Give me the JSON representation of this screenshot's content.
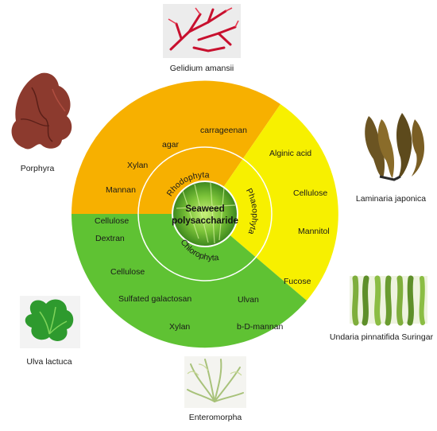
{
  "colors": {
    "rhodophyta": "#f7b000",
    "phaeophyta": "#f7f000",
    "chlorophyta": "#5fc233",
    "ring_line": "#ffffff"
  },
  "center": {
    "line1": "Seaweed",
    "line2": "polysaccharide"
  },
  "divisions": {
    "rhodophyta": "Rhodophyta",
    "phaeophyta": "Phaeophyta",
    "chlorophyta": "Chlorophyta"
  },
  "rhodophyta_items": [
    "carrageenan",
    "agar",
    "Xylan",
    "Mannan",
    "Cellulose"
  ],
  "phaeophyta_items": [
    "Alginic acid",
    "Cellulose",
    "Mannitol",
    "Fucose"
  ],
  "chlorophyta_items": [
    "Dextran",
    "Cellulose",
    "Sulfated galactosan",
    "Ulvan",
    "Xylan",
    "b-D-mannan"
  ],
  "species": {
    "gelidium": "Gelidium amansii",
    "porphyra": "Porphyra",
    "laminaria": "Laminaria japonica",
    "undaria": "Undaria pinnatifida Suringar",
    "ulva": "Ulva lactuca",
    "enteromorpha": "Enteromorpha"
  }
}
